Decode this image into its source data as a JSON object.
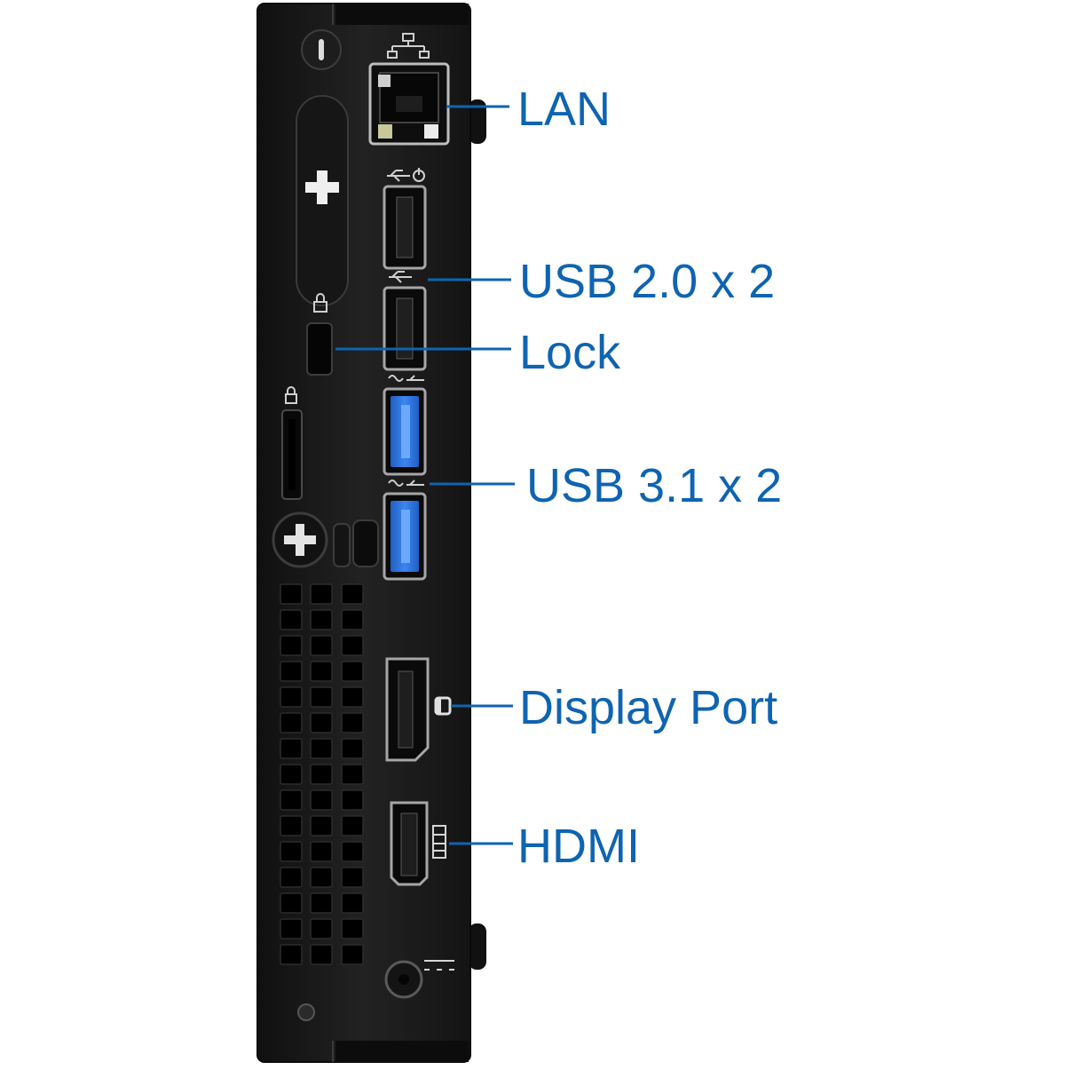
{
  "accent_color": "#0f64b0",
  "chassis_color": "#1b1b1b",
  "usb3_port_color": "#2f73d6",
  "callouts": {
    "lan": "LAN",
    "usb2": "USB 2.0 x 2",
    "lock": "Lock",
    "usb3": "USB 3.1 x 2",
    "display_port": "Display Port",
    "hdmi": "HDMI"
  }
}
